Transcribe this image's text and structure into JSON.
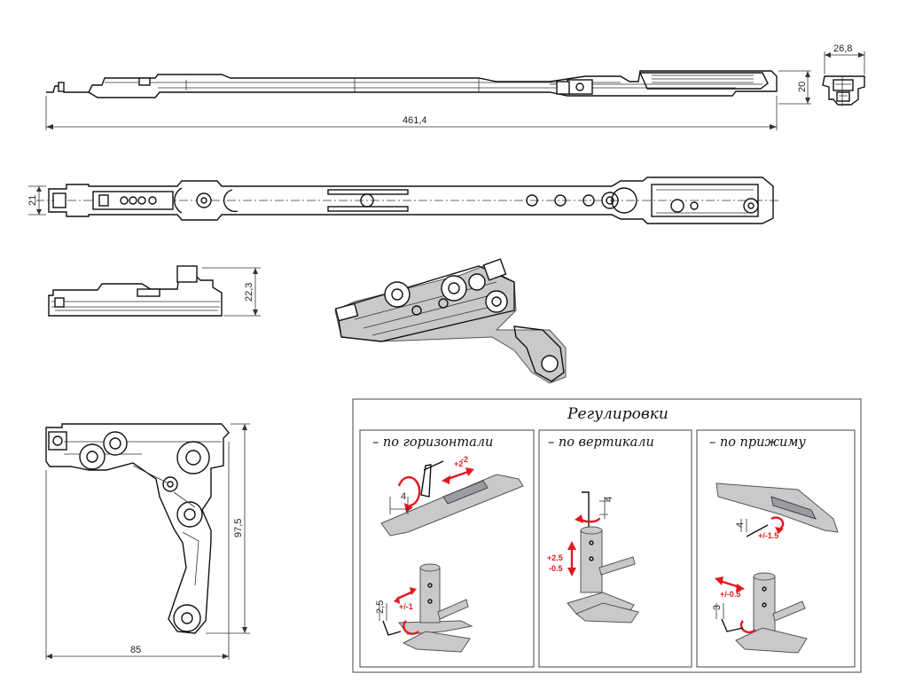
{
  "dimensions": {
    "top_length": "461,4",
    "top_height": "20",
    "end_width": "26,8",
    "plan_width": "21",
    "bottom_height": "22,3",
    "corner_height": "97,5",
    "corner_width": "85"
  },
  "panel": {
    "title": "Регулировки",
    "columns": [
      {
        "title": "– по горизонтали"
      },
      {
        "title": "– по вертикали"
      },
      {
        "title": "– по прижиму"
      }
    ]
  },
  "annotations": {
    "h_minus": "-2",
    "h_plus": "+2",
    "h_gap": "4",
    "h_pm": "+/-1",
    "h_small": "2,5",
    "v_plus": "+2.5",
    "v_minus": "-0.5",
    "v_gap": "4",
    "p_gap": "4",
    "p_pm_top": "+/-1.5",
    "p_pm": "+/-0.5",
    "p_small": "3"
  },
  "colors": {
    "accent_red": "#e01a22",
    "ink": "#111111"
  }
}
